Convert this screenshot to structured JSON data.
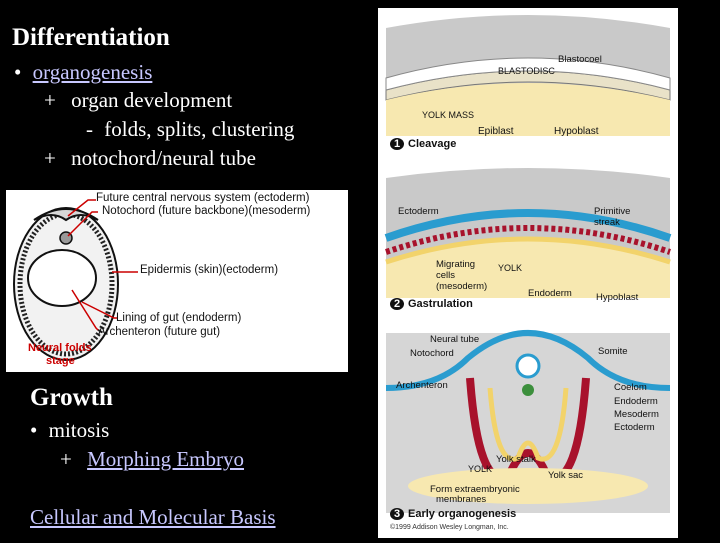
{
  "slide": {
    "title": "Differentiation",
    "bullet1": "organogenesis",
    "sub1": "organ development",
    "subsub1": "folds, splits, clustering",
    "sub2": "notochord/neural tube",
    "bullet_marker": "•",
    "plus_marker": "+",
    "dash_marker": "-",
    "growth_title": "Growth",
    "growth_bullet": "mitosis",
    "growth_link": "Morphing Embryo",
    "bottom_link": "Cellular and Molecular Basis"
  },
  "left_figure": {
    "labels": {
      "cns": "Future central nervous system (ectoderm)",
      "notochord": "Notochord (future backbone)(mesoderm)",
      "epidermis": "Epidermis (skin)(ectoderm)",
      "gut": "Lining of gut (endoderm)",
      "archenteron": "Archenteron (future gut)",
      "stage_line1": "Neural folds",
      "stage_line2": "stage"
    }
  },
  "right_figure": {
    "cleavage": {
      "blastocoel": "Blastocoel",
      "blastodisc": "BLASTODISC",
      "yolk_mass": "YOLK MASS",
      "epiblast": "Epiblast",
      "hypoblast": "Hypoblast",
      "num": "1",
      "stage": "Cleavage"
    },
    "gastrulation": {
      "ectoderm": "Ectoderm",
      "primitive_streak_1": "Primitive",
      "primitive_streak_2": "streak",
      "migrating_1": "Migrating",
      "migrating_2": "cells",
      "migrating_3": "(mesoderm)",
      "yolk": "YOLK",
      "endoderm": "Endoderm",
      "hypoblast": "Hypoblast",
      "num": "2",
      "stage": "Gastrulation"
    },
    "organogenesis": {
      "neural_tube": "Neural tube",
      "notochord": "Notochord",
      "somite": "Somite",
      "archenteron": "Archenteron",
      "coelom": "Coelom",
      "endoderm": "Endoderm",
      "mesoderm": "Mesoderm",
      "ectoderm": "Ectoderm",
      "yolk_stalk": "Yolk stalk",
      "yolk": "YOLK",
      "yolk_sac": "Yolk sac",
      "membranes_1": "Form extraembryonic",
      "membranes_2": "membranes",
      "num": "3",
      "stage": "Early organogenesis",
      "copyright": "©1999 Addison Wesley Longman, Inc."
    }
  },
  "colors": {
    "background": "#000000",
    "text": "#ffffff",
    "link": "#c8c8ff",
    "left_label_red": "#cc0000",
    "ectoderm_blue": "#2a9ccf",
    "mesoderm_red": "#a8122c",
    "endoderm_yellow": "#f2d36b",
    "yolk": "#f7e8b0",
    "cavity_grey": "#c9c9c9"
  }
}
